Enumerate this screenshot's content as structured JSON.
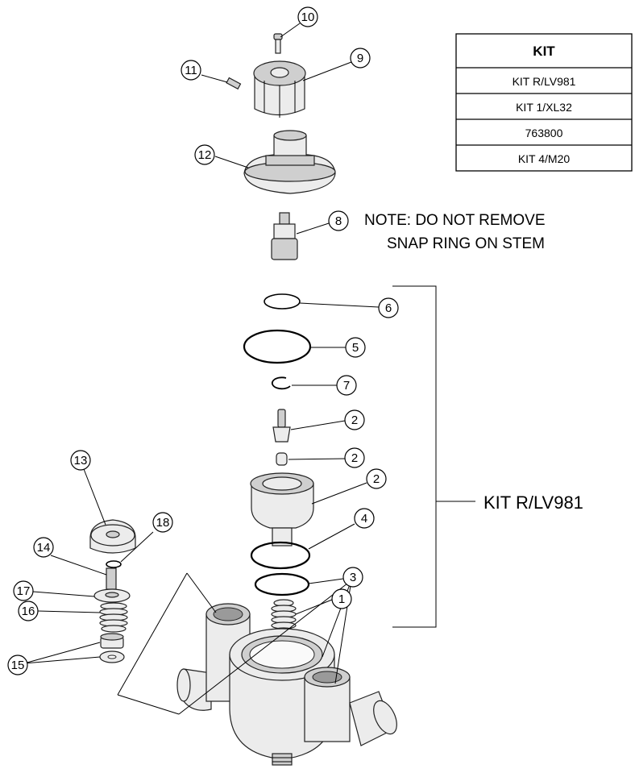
{
  "kit_table": {
    "header": "KIT",
    "rows": [
      "KIT R/LV981",
      "KIT 1/XL32",
      "763800",
      "KIT 4/M20"
    ]
  },
  "note": {
    "line1": "NOTE: DO NOT REMOVE",
    "line2": "SNAP RING ON STEM"
  },
  "kit_label": "KIT R/LV981",
  "callouts": [
    "10",
    "11",
    "9",
    "12",
    "8",
    "6",
    "5",
    "7",
    "2",
    "2",
    "2",
    "4",
    "3",
    "1",
    "13",
    "18",
    "14",
    "17",
    "16",
    "15"
  ]
}
